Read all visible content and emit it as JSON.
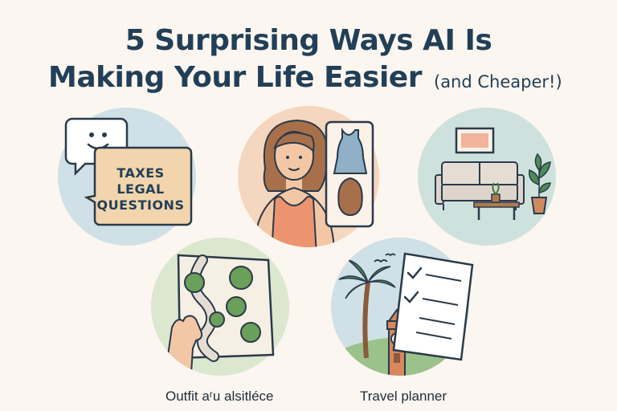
{
  "title": {
    "line1": "5 Surprising Ways AI Is",
    "line2": "Making Your Life Easier",
    "subtitle": "(and Cheaper!)"
  },
  "cards": [
    {
      "id": "chat",
      "lines": [
        "TAXES",
        "LEGAL",
        "QUESTIONS"
      ],
      "circle_color": "#cfe0e6"
    },
    {
      "id": "outfit",
      "circle_color": "#f5d6be"
    },
    {
      "id": "home",
      "circle_color": "#cfe1dd"
    },
    {
      "id": "map",
      "caption": "Outfit aʳu alsitléce",
      "circle_color": "#dce7cf"
    },
    {
      "id": "travel",
      "caption": "Travel planner",
      "circle_color": "#cfe0e6"
    }
  ]
}
